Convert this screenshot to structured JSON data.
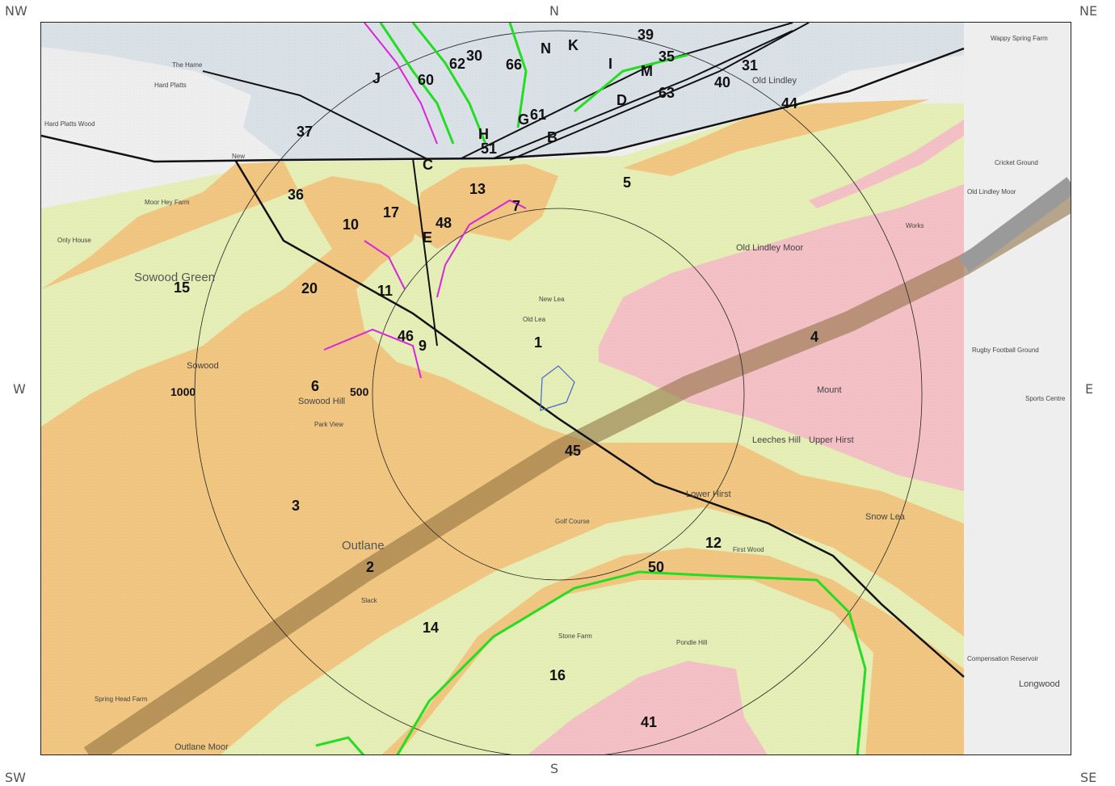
{
  "compass": {
    "nw": "NW",
    "n": "N",
    "ne": "NE",
    "w": "W",
    "e": "E",
    "sw": "SW",
    "s": "S",
    "se": "SE"
  },
  "rings": {
    "inner": "500",
    "outer": "1000"
  },
  "units": {
    "u1": "1",
    "u2": "2",
    "u3": "3",
    "u4": "4",
    "u5": "5",
    "u6": "6",
    "u7": "7",
    "u9": "9",
    "u10": "10",
    "u11": "11",
    "u12": "12",
    "u13": "13",
    "u14": "14",
    "u15": "15",
    "u16": "16",
    "u17": "17",
    "u20": "20",
    "u30": "30",
    "u31": "31",
    "u35": "35",
    "u36": "36",
    "u37": "37",
    "u39": "39",
    "u40": "40",
    "u41": "41",
    "u44": "44",
    "u45": "45",
    "u46": "46",
    "u48": "48",
    "u50": "50",
    "u51": "51",
    "u60": "60",
    "u61": "61",
    "u62": "62",
    "u63": "63",
    "u66": "66",
    "uB": "B",
    "uC": "C",
    "uD": "D",
    "uE": "E",
    "uG": "G",
    "uH": "H",
    "uI": "I",
    "uJ": "J",
    "uK": "K",
    "uM": "M",
    "uN": "N"
  },
  "places": {
    "sowood_green": "Sowood Green",
    "outlane": "Outlane",
    "old_lindley": "Old Lindley",
    "old_lindley_moor": "Old Lindley Moor",
    "old_lindley_moor_edge": "Old Lindley Moor",
    "mount": "Mount",
    "upper_hirst": "Upper Hirst",
    "leeches_hill": "Leeches Hill",
    "lower_hirst": "Lower Hirst",
    "snow_lea": "Snow Lea",
    "longwood": "Longwood",
    "outlane_moor": "Outlane Moor",
    "sowood_hill": "Sowood Hill",
    "sowood": "Sowood",
    "hard_platts_wood": "Hard Platts Wood",
    "hard_platts": "Hard Platts",
    "the_hame": "The Hame",
    "new": "New",
    "moor_hey_farm": "Moor Hey Farm",
    "only_house": "Only House",
    "wappy_spring_farm": "Wappy Spring Farm",
    "cricket_ground": "Cricket Ground",
    "rugby_football_ground": "Rugby Football Ground",
    "sports_centre": "Sports Centre",
    "compensation_reservoir": "Compensation Reservoir",
    "spring_head_farm": "Spring Head Farm",
    "stone_farm": "Stone Farm",
    "slack": "Slack",
    "golf_course": "Golf Course",
    "first_wood": "First Wood",
    "pondle_hill": "Pondle Hill",
    "old_lea": "Old Lea",
    "new_lea": "New Lea",
    "park_view": "Park View",
    "works": "Works"
  },
  "colors": {
    "sandstone": "#f3c983",
    "mudstone": "#e8f2b8",
    "made_ground": "#f6c3c8",
    "peat_grey": "#dde4ea",
    "fault": "#111111",
    "seam_green": "#22dd22",
    "seam_magenta": "#dd22dd"
  }
}
